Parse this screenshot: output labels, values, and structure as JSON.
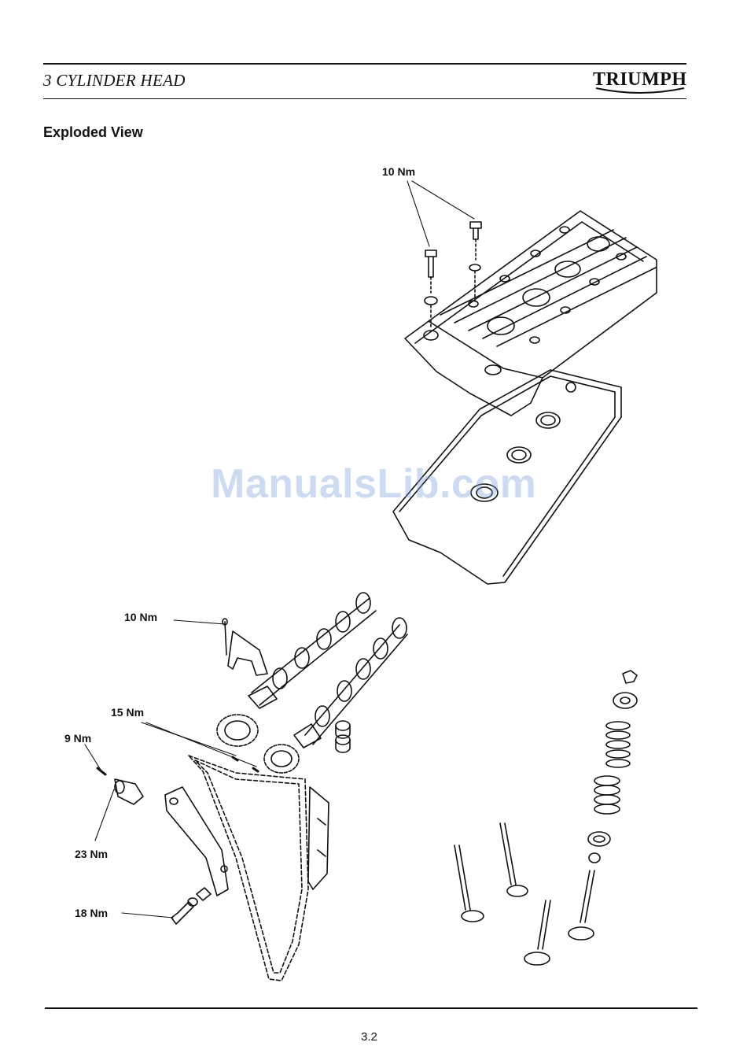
{
  "header": {
    "chapter_title": "3  CYLINDER HEAD",
    "brand": "TRIUMPH"
  },
  "section": {
    "title": "Exploded View"
  },
  "torque_labels": {
    "cover_bolts": "10 Nm",
    "cam_bearing_cap": "10 Nm",
    "sprocket_bolts": "15 Nm",
    "tensioner_bolt": "9 Nm",
    "tensioner_body": "23 Nm",
    "guide_pivot": "18 Nm"
  },
  "watermark": "ManualsLib.com",
  "footer": {
    "page_number": "3.2"
  }
}
